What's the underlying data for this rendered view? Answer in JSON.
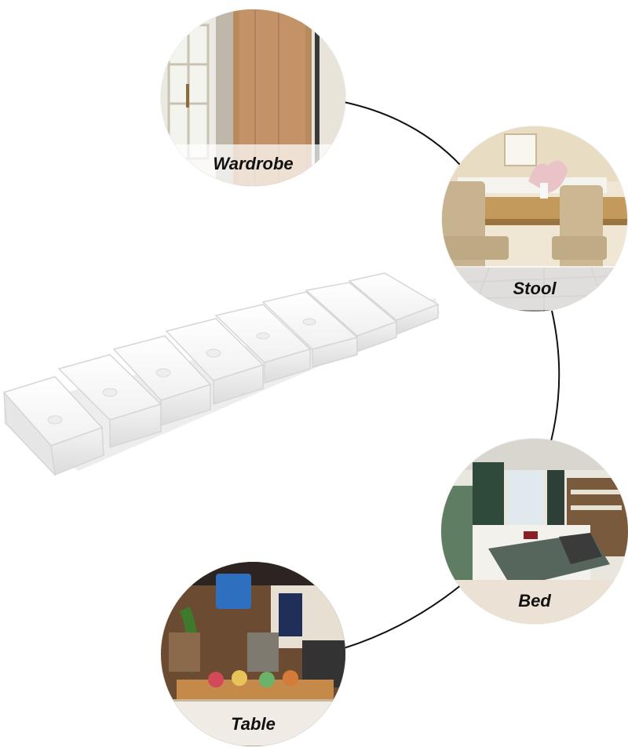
{
  "scenes": {
    "wardrobe": {
      "label": "Wardrobe"
    },
    "stool": {
      "label": "Stool"
    },
    "bed": {
      "label": "Bed"
    },
    "table": {
      "label": "Table"
    }
  },
  "product": {
    "description_icon": "furniture-leveling-wedge-strip-icon"
  }
}
